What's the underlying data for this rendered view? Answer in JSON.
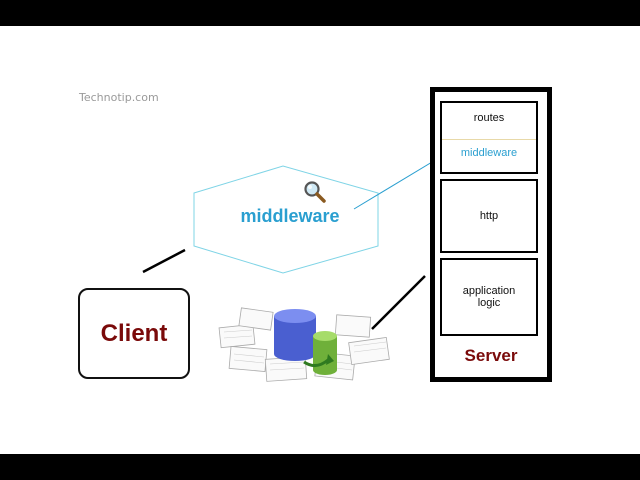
{
  "watermark": "Technotip.com",
  "client": {
    "label": "Client"
  },
  "middleware": {
    "label": "middleware"
  },
  "server": {
    "label": "Server",
    "routes": "routes",
    "middleware": "middleware",
    "http": "http",
    "application_logic_line1": "application",
    "application_logic_line2": "logic"
  },
  "colors": {
    "accent_blue": "#2a9fd0",
    "dark_red": "#7a0a0a",
    "letterbox": "#000000"
  },
  "icons": [
    "magnifier-icon",
    "database-icon"
  ]
}
